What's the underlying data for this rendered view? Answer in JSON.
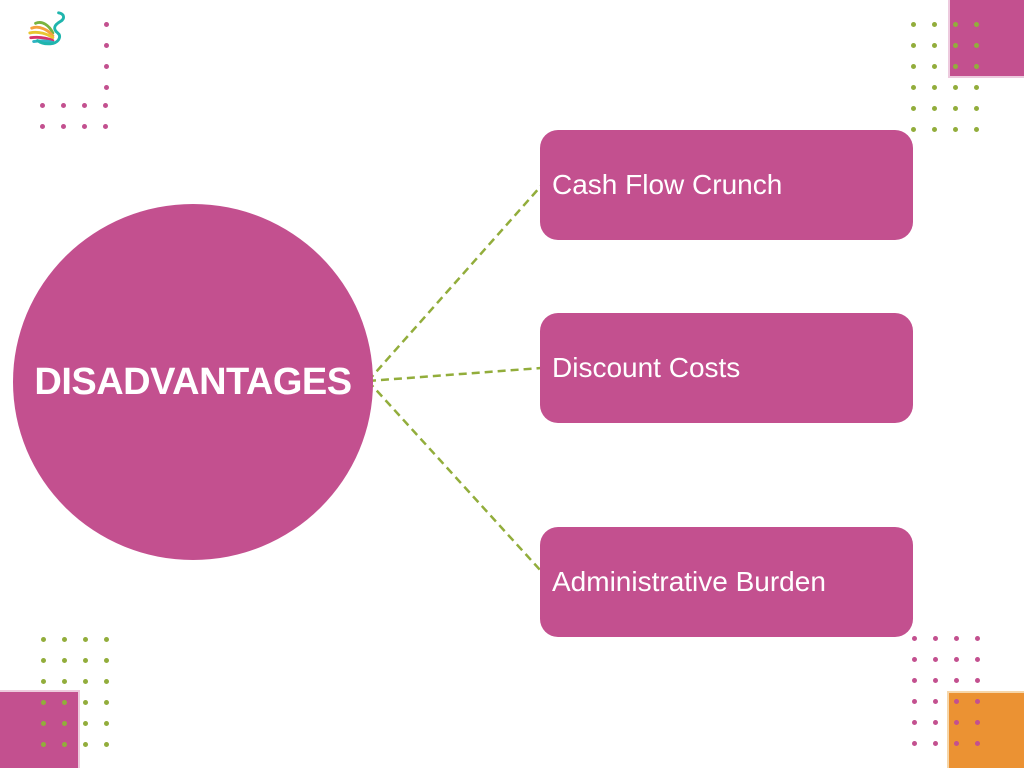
{
  "slide": {
    "title": "DISADVANTAGES",
    "nodes": [
      {
        "label": "Cash Flow Crunch"
      },
      {
        "label": "Discount Costs"
      },
      {
        "label": "Administrative Burden"
      }
    ],
    "logo_icon": "swan-logo-icon",
    "colors": {
      "pink": "#c3508f",
      "green": "#92ad3b",
      "orange": "#eb9233",
      "text": "#ffffff"
    }
  }
}
